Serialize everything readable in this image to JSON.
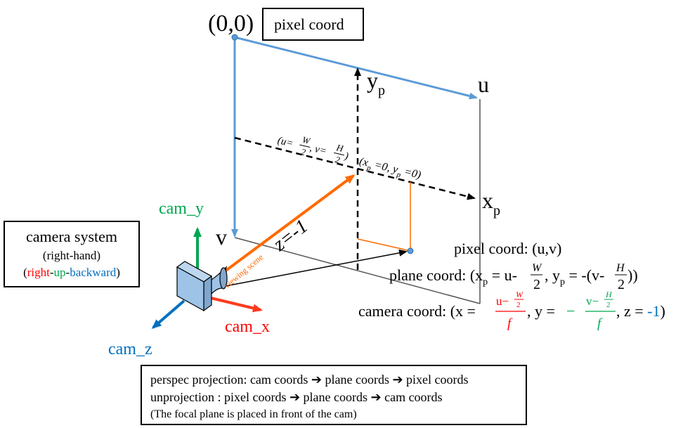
{
  "origin_label": "(0,0)",
  "pixel_coord_box": "pixel coord",
  "axes": {
    "u": "u",
    "v": "v",
    "y": "y",
    "x": "x",
    "p_sub": "p"
  },
  "center_label": {
    "u_part": "(u=",
    "v_part": ", v=",
    "W": "W",
    "H": "H",
    "two": "2",
    "close": ")"
  },
  "origin_plane_label": {
    "x_part": "(x",
    "eq0a": " =0, y",
    "eq0b": " =0)"
  },
  "z_label": "z=-1",
  "viewing_scene": "viewing scene",
  "cam_axes": {
    "y": "cam_y",
    "x": "cam_x",
    "z": "cam_z"
  },
  "camera_system_box": {
    "title": "camera system",
    "hand": "(right-hand)",
    "open": "(",
    "right": "right",
    "dash1": "-",
    "up": "up",
    "dash2": "-",
    "backward": "backward",
    "close": ")"
  },
  "eq_pixel": "pixel coord: (u,v)",
  "eq_plane": {
    "lead": "plane coord: (x",
    "eq1": " = u-",
    "mid": ", y",
    "eq2": " = -(v-",
    "tail": "))",
    "W": "W",
    "H": "H",
    "two": "2"
  },
  "eq_camera": {
    "lead": "camera coord: (x = ",
    "xnum": "u−",
    "W": "W",
    "two": "2",
    "f": "f",
    "mid": ", y = ",
    "minus": "−",
    "ynum": "v−",
    "H": "H",
    "zpart": ", z = ",
    "zval": "-1",
    "close": ")"
  },
  "bottom_box": {
    "line1": "perspec projection: cam coords ➔ plane coords ➔ pixel coords",
    "line2": "unprojection : pixel coords ➔ plane coords ➔ cam coords",
    "line3": "(The focal plane is placed in front of the cam)"
  },
  "colors": {
    "blue_axis": "#5b9bd5",
    "orange": "#ff6a00",
    "red": "#ff0000",
    "green": "#00a651",
    "cam_blue": "#0070c0",
    "camera_body": "#9dc3e6"
  }
}
